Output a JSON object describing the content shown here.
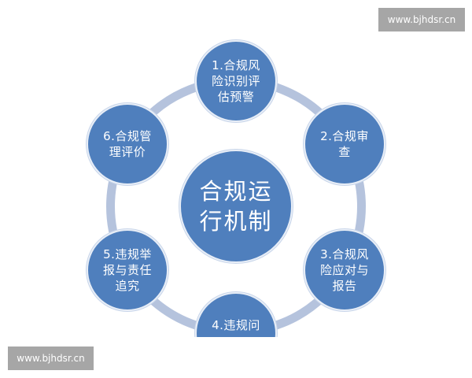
{
  "diagram": {
    "center": {
      "label": "合规运行机制"
    },
    "nodes": [
      {
        "id": 1,
        "label": "1.合规风险识别评估预警"
      },
      {
        "id": 2,
        "label": "2.合规审查"
      },
      {
        "id": 3,
        "label": "3.合规风险应对与报告"
      },
      {
        "id": 4,
        "label": "4.违规问"
      },
      {
        "id": 5,
        "label": "5.违规举报与责任追究"
      },
      {
        "id": 6,
        "label": "6.合规管理评价"
      }
    ],
    "colors": {
      "node_fill": "#4f7fbd",
      "ring": "#b5c3dd",
      "text": "#ffffff"
    }
  },
  "watermarks": {
    "top_right": "www.bjhdsr.cn",
    "bottom_left": "www.bjhdsr.cn"
  }
}
